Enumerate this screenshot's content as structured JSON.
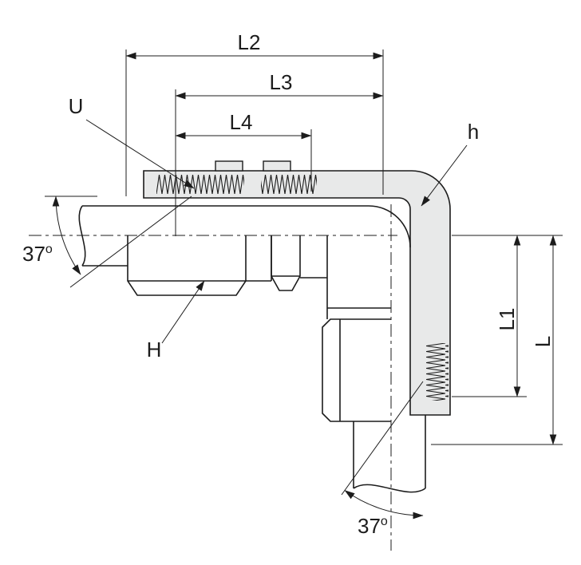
{
  "diagram": {
    "labels": {
      "l2": "L2",
      "l3": "L3",
      "l4": "L4",
      "l1": "L1",
      "l": "L",
      "u": "U",
      "h": "h",
      "big_h": "H",
      "angle_left_value": "37",
      "angle_left_sup": "o",
      "angle_bottom_value": "37",
      "angle_bottom_sup": "o"
    },
    "colors": {
      "line": "#1c1c1c",
      "body_fill": "#e8e9e9",
      "background": "#ffffff"
    }
  }
}
